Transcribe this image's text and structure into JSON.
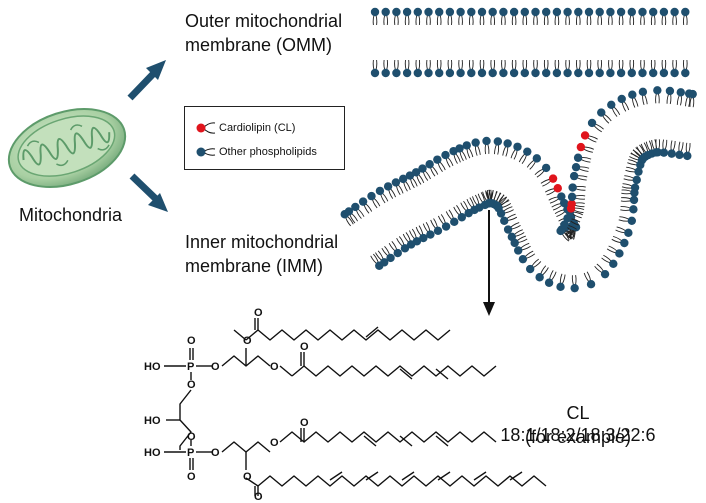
{
  "organelle": {
    "label": "Mitochondria"
  },
  "omm": {
    "line1": "Outer mitochondrial",
    "line2": "membrane (OMM)"
  },
  "imm": {
    "line1": "Inner mitochondrial",
    "line2": "membrane (IMM)"
  },
  "legend": {
    "items": [
      {
        "label": "Cardiolipin (CL)",
        "color": "#e0141c"
      },
      {
        "label": "Other phospholipids",
        "color": "#1f4f6e"
      }
    ]
  },
  "structure": {
    "caption_line1": "CL 18:1/18:2/18:3/22:6",
    "caption_line2": "(for example)",
    "atoms": {
      "ho": "HO",
      "p": "P",
      "o": "O"
    }
  },
  "colors": {
    "lipid_head": "#1f4f6e",
    "cardiolipin_head": "#e0141c",
    "arrow": "#1f4f6e",
    "organelle_outer": "#a9d0a3",
    "organelle_inner": "#5d9b6a"
  }
}
